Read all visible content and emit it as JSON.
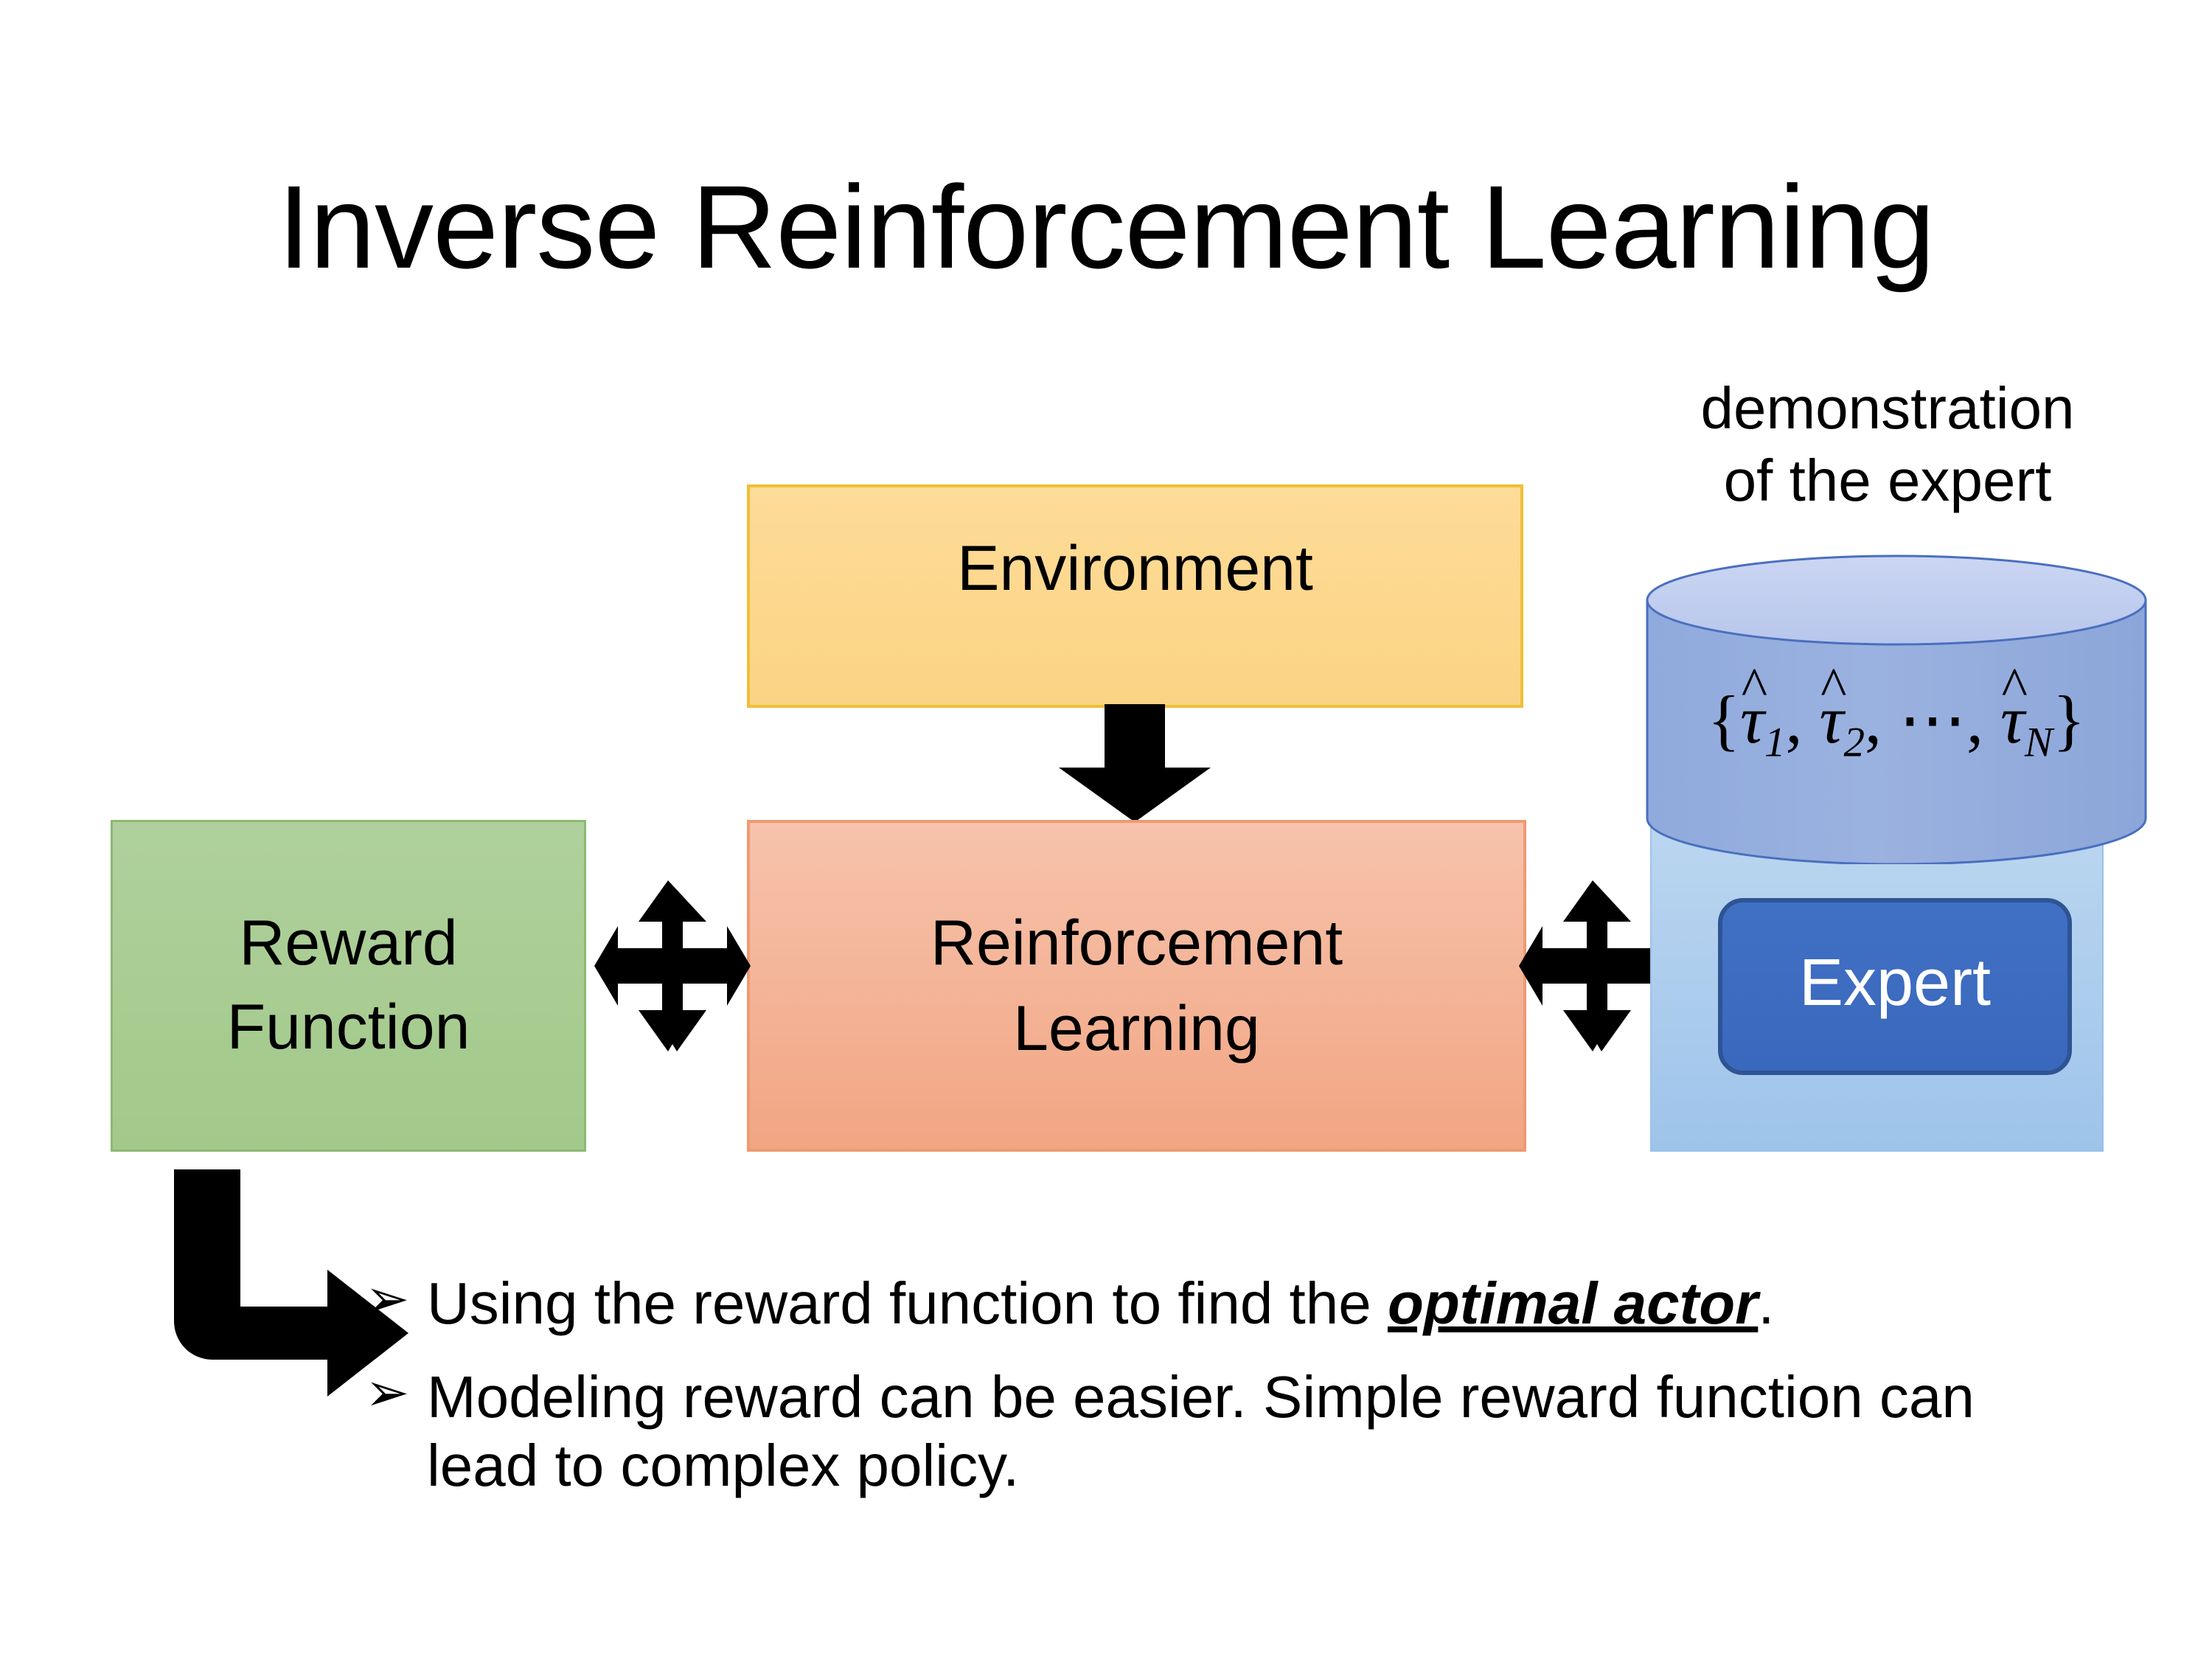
{
  "slide": {
    "title": "Inverse Reinforcement Learning",
    "background_color": "#FFFFFF"
  },
  "diagram": {
    "environment": {
      "label": "Environment",
      "fill_color": "#FCD384",
      "border_color": "#F0BE38"
    },
    "reinforcement_learning": {
      "label_line1": "Reinforcement",
      "label_line2": "Learning",
      "fill_color": "#F2A583",
      "border_color": "#EE9A73"
    },
    "reward_function": {
      "label_line1": "Reward",
      "label_line2": "Function",
      "fill_color": "#A2C98A",
      "border_color": "#8CB872"
    },
    "expert": {
      "caption_line1": "demonstration",
      "caption_line2": "of the expert",
      "button_label": "Expert",
      "button_fill_color": "#3A68BC",
      "button_text_color": "#FFFFFF",
      "panel_fill_color": "#9EC4EA",
      "cylinder_fill_color": "#94AEDD",
      "cylinder_top_color": "#C3D0EE",
      "cylinder_border_color": "#4A6FBF",
      "trajectory_set": {
        "open_brace": "{",
        "close_brace": "}",
        "hat": "^",
        "tau": "τ",
        "item1_subscript": "1",
        "item2_subscript": "2",
        "ellipsis": "⋯",
        "comma": ",",
        "itemN_subscript": "N",
        "plain_text": "{τ̂1, τ̂2, ⋯, τ̂N}"
      }
    },
    "connectors": {
      "env_to_rl": "down-arrow",
      "reward_to_rl": "bidirectional-four-way-arrow",
      "rl_to_expert": "bidirectional-four-way-arrow",
      "reward_to_bullet": "elbow-arrow",
      "color": "#000000"
    }
  },
  "bullets": [
    {
      "marker": "➢",
      "text_before": "Using the reward function to find the ",
      "emphasis": "optimal actor",
      "text_after": ".",
      "full_text": "Using the reward function to find the optimal actor."
    },
    {
      "marker": "➢",
      "text_before": "Modeling reward can be easier. Simple reward function can lead to complex policy.",
      "emphasis": "",
      "text_after": "",
      "full_text": "Modeling reward can be easier. Simple reward function can lead to complex policy."
    }
  ]
}
